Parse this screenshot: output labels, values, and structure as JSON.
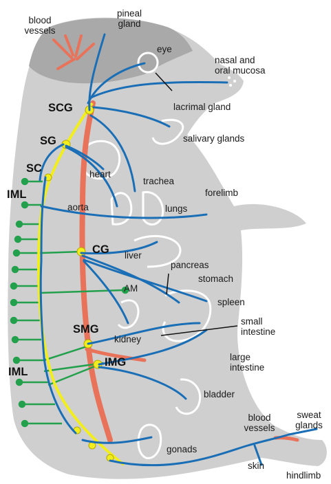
{
  "colors": {
    "body": "#cfcfcf",
    "head": "#a9a9a9",
    "nerve": "#1a6eb5",
    "preganglionic": "#22a04b",
    "chain": "#f2ee1e",
    "vessel": "#e8735a",
    "organ_outline": "#ffffff"
  },
  "ganglia": {
    "scg": "SCG",
    "sg": "SG",
    "sc": "SC",
    "iml_upper": "IML",
    "cg": "CG",
    "smg": "SMG",
    "img": "IMG",
    "iml_lower": "IML"
  },
  "labels": {
    "blood_vessels_top_1": "blood",
    "blood_vessels_top_2": "vessels",
    "pineal_1": "pineal",
    "pineal_2": "gland",
    "eye": "eye",
    "nasal_1": "nasal and",
    "nasal_2": "oral mucosa",
    "lacrimal": "lacrimal gland",
    "salivary": "salivary glands",
    "heart": "heart",
    "trachea": "trachea",
    "forelimb": "forelimb",
    "aorta": "aorta",
    "lungs": "lungs",
    "liver": "liver",
    "pancreas": "pancreas",
    "stomach": "stomach",
    "am": "AM",
    "spleen": "spleen",
    "kidney": "kidney",
    "small_1": "small",
    "small_2": "intestine",
    "large_1": "large",
    "large_2": "intestine",
    "bladder": "bladder",
    "blood_vessels_bottom_1": "blood",
    "blood_vessels_bottom_2": "vessels",
    "sweat_1": "sweat",
    "sweat_2": "glands",
    "gonads": "gonads",
    "skin": "skin",
    "hindlimb": "hindlimb"
  }
}
